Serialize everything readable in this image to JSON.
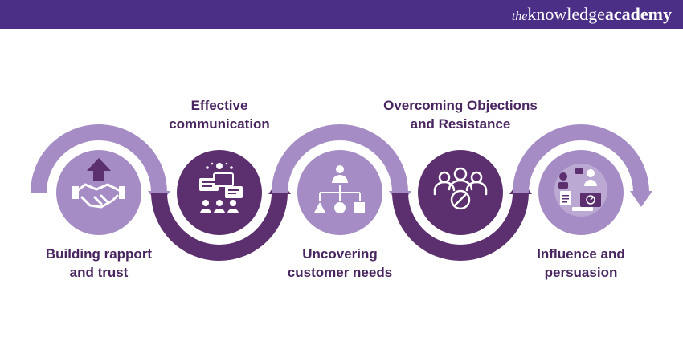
{
  "header": {
    "logo_the": "the",
    "logo_knowledge": "knowledge",
    "logo_academy": "academy"
  },
  "colors": {
    "header_bg": "#4b2f87",
    "light_purple": "#a58cc4",
    "dark_purple": "#5c2f6e",
    "label_text": "#4a2660"
  },
  "steps": [
    {
      "line1": "Building rapport",
      "line2": "and trust",
      "icon": "handshake-icon",
      "shade": "light"
    },
    {
      "line1": "Effective",
      "line2": "communication",
      "icon": "communication-icon",
      "shade": "dark"
    },
    {
      "line1": "Uncovering",
      "line2": "customer needs",
      "icon": "org-chart-icon",
      "shade": "light"
    },
    {
      "line1": "Overcoming Objections",
      "line2": "and Resistance",
      "icon": "objection-icon",
      "shade": "dark"
    },
    {
      "line1": "Influence and",
      "line2": "persuasion",
      "icon": "influence-icon",
      "shade": "light"
    }
  ]
}
